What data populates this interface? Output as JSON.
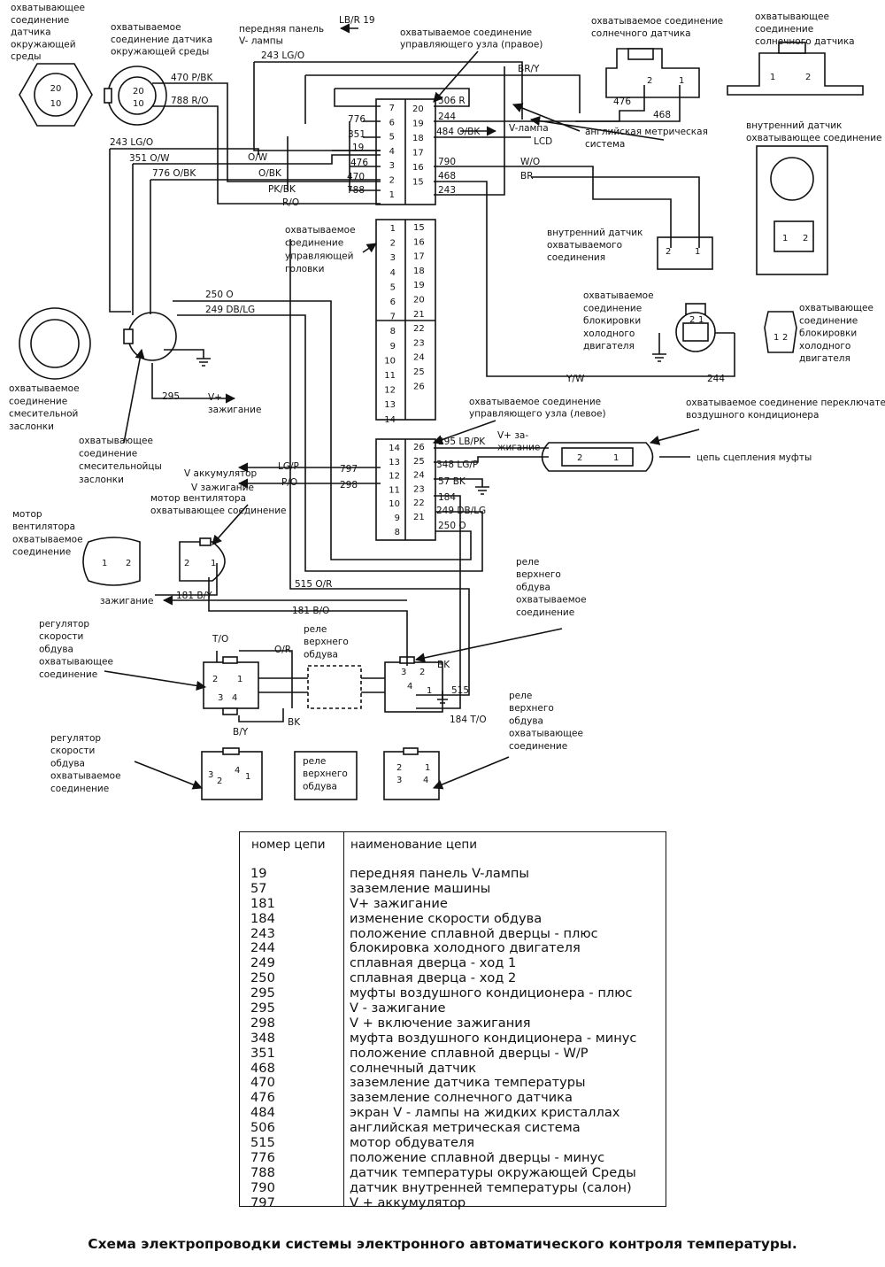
{
  "labels": {
    "amb_female": [
      "охватывающее",
      "соединение",
      "датчика",
      "окружающей",
      "среды"
    ],
    "amb_male": [
      "охватываемое",
      "соединение датчика",
      "окружающей среды"
    ],
    "front_panel": [
      "передняя панель",
      "V- лампы"
    ],
    "lbr19": "LB/R 19",
    "ctrl_right": [
      "охватываемое соединение",
      "управляющего узла (правое)"
    ],
    "sun_male": [
      "охватываемое соединение",
      "солнечного датчика"
    ],
    "sun_female": [
      "охватывающее",
      "соединение",
      "солнечного датчика"
    ],
    "metric": [
      "английская метрическая",
      "система"
    ],
    "interior_female": [
      "внутренний датчик",
      "охватывающее соединение"
    ],
    "interior_male": [
      "внутренний датчик",
      "охватываемого",
      "соединения"
    ],
    "ctrl_head": [
      "охватываемое",
      "соединение",
      "управляющей",
      "головки"
    ],
    "cold_male": [
      "охватываемое",
      "соединение",
      "блокировки",
      "холодного",
      "двигателя"
    ],
    "cold_female": [
      "охватывающее",
      "соединение",
      "блокировки",
      "холодного",
      "двигателя"
    ],
    "blend_male": [
      "охватываемое",
      "соединение",
      "смесительной",
      "заслонки"
    ],
    "blend_female": [
      "охватывающее",
      "соединение",
      "смесительнойцы",
      "заслонки"
    ],
    "v_ign_295": [
      "V+",
      "зажигание"
    ],
    "ctrl_left": [
      "охватываемое соединение",
      "управляющего узла (левое)"
    ],
    "ac_switch": [
      "охватываемое соединение переключателя давления",
      "воздушного кондиционера"
    ],
    "v_ign_top": [
      "V+ за-",
      "жигание"
    ],
    "clutch": "цепь сцепления муфты",
    "v_batt": "V аккумулятор",
    "v_ign": "V зажигание",
    "fan_female": [
      "мотор вентилятора",
      "охватывающее соединение"
    ],
    "fan_male": [
      "мотор",
      "вентилятора",
      "охватываемое",
      "соединение"
    ],
    "ignition": "зажигание",
    "relay_male": [
      "реле",
      "верхнего",
      "обдува",
      "охватываемое",
      "соединение"
    ],
    "relay_mid": [
      "реле",
      "верхнего",
      "обдува"
    ],
    "relay_female": [
      "реле",
      "верхнего",
      "обдува",
      "охватывающее",
      "соединение"
    ],
    "reg_female": [
      "регулятор",
      "скорости",
      "обдува",
      "охватывающее",
      "соединение"
    ],
    "reg_male": [
      "регулятор",
      "скорости",
      "обдува",
      "охватываемое",
      "соединение"
    ],
    "relay_box": [
      "реле",
      "верхнего",
      "обдува"
    ],
    "vlamp": "V-лампа",
    "lcd": "LCD"
  },
  "wires": {
    "w243_top": "243 LG/O",
    "w470": "470 P/BK",
    "w788": "788 R/O",
    "w243_left": "243 LG/O",
    "w351": "351 O/W",
    "w776": "776 O/BK",
    "ow": "O/W",
    "obk": "O/BK",
    "pkbk": "PK/BK",
    "ro": "R/O",
    "bry": "BR/Y",
    "w476_sun": "476",
    "w468_sun": "468",
    "w506": "506 R",
    "w244": "244",
    "w484": "484 O/BK",
    "w790": "790",
    "w468": "468",
    "w243": "243",
    "wo": "W/O",
    "br": "BR",
    "yw": "Y/W",
    "w244_cold": "244",
    "w250": "250 O",
    "w249": "249 DB/LG",
    "w295": "295",
    "w295_lbpk": "295 LB/PK",
    "w348": "348 LG/P",
    "w57": "57 BK",
    "w184": "184",
    "w249b": "249 DB/LG",
    "w250b": "250 O",
    "lgp": "LG/P",
    "po": "P/O",
    "w797": "797",
    "w298": "298",
    "w515": "515 O/R",
    "w181by": "181  B/Y",
    "w181bo": "181 B/O",
    "to": "T/O",
    "or": "O/R",
    "by": "B/Y",
    "bk": "BK",
    "bk2": "BK",
    "w515b": "515",
    "w184to": "184  T/O",
    "r_776": "776",
    "r_351": "351",
    "r_19": "19",
    "r_476": "476",
    "r_470": "470",
    "r_788": "788"
  },
  "pins": {
    "right_left": [
      "7",
      "6",
      "5",
      "4",
      "3",
      "2",
      "1"
    ],
    "right_right": [
      "20",
      "19",
      "18",
      "17",
      "16",
      "15"
    ],
    "head_left": [
      "1",
      "2",
      "3",
      "4",
      "5",
      "6",
      "7",
      "8",
      "9",
      "10",
      "11",
      "12",
      "13",
      "14"
    ],
    "head_right": [
      "15",
      "16",
      "17",
      "18",
      "19",
      "20",
      "21",
      "22",
      "23",
      "24",
      "25",
      "26"
    ],
    "left_left": [
      "14",
      "13",
      "12",
      "11",
      "10",
      "9",
      "8"
    ],
    "left_right": [
      "26",
      "25",
      "24",
      "23",
      "22",
      "21"
    ],
    "amb": [
      "20",
      "10"
    ],
    "sun": [
      "2",
      "1"
    ],
    "sun_f": [
      "1",
      "2"
    ],
    "interior": [
      "1",
      "2"
    ],
    "interior_m": [
      "2",
      "1"
    ],
    "cold": [
      "2",
      "1"
    ],
    "cold_f": [
      "1",
      "2"
    ],
    "ac": [
      "2",
      "1"
    ],
    "fan_m": [
      "1",
      "2"
    ],
    "fan_f": [
      "2",
      "1"
    ],
    "reg": [
      "2",
      "1",
      "3",
      "4"
    ],
    "relay": [
      "2",
      "1",
      "3",
      "4"
    ]
  },
  "legend": {
    "col1_header": "номер цепи",
    "col2_header": "наименование цепи",
    "rows": [
      {
        "num": "19",
        "name": "передняя панель V-лампы"
      },
      {
        "num": "57",
        "name": "заземление машины"
      },
      {
        "num": "181",
        "name": "V+ зажигание"
      },
      {
        "num": "184",
        "name": "изменение скорости обдува"
      },
      {
        "num": "243",
        "name": "положение сплавной дверцы - плюс"
      },
      {
        "num": "244",
        "name": "блокировка холодного двигателя"
      },
      {
        "num": "249",
        "name": "сплавная дверца - ход 1"
      },
      {
        "num": "250",
        "name": "сплавная дверца - ход 2"
      },
      {
        "num": "295",
        "name": "муфты воздушного кондиционера - плюс"
      },
      {
        "num": "295",
        "name": "V - зажигание"
      },
      {
        "num": "298",
        "name": "V + включение зажигания"
      },
      {
        "num": "348",
        "name": "муфта воздушного кондиционера - минус"
      },
      {
        "num": "351",
        "name": "положение сплавной дверцы - W/P"
      },
      {
        "num": "468",
        "name": "солнечный датчик"
      },
      {
        "num": "470",
        "name": "заземление датчика температуры"
      },
      {
        "num": "476",
        "name": "заземление солнечного датчика"
      },
      {
        "num": "484",
        "name": "экран V - лампы на жидких кристаллах"
      },
      {
        "num": "506",
        "name": "английская метрическая система"
      },
      {
        "num": "515",
        "name": "мотор обдувателя"
      },
      {
        "num": "776",
        "name": "положение сплавной дверцы - минус"
      },
      {
        "num": "788",
        "name": "датчик температуры окружающей Среды"
      },
      {
        "num": "790",
        "name": "датчик внутренней температуры (салон)"
      },
      {
        "num": "797",
        "name": "V + аккумулятор"
      }
    ]
  },
  "caption": "Схема электропроводки системы электронного автоматического контроля температуры."
}
